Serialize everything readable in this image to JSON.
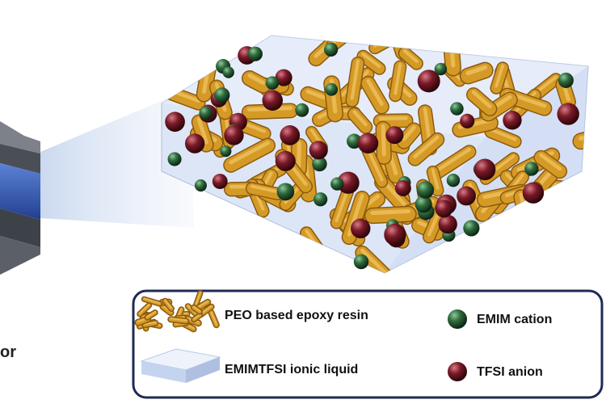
{
  "left_label_fragment": "or",
  "legend": {
    "items": [
      {
        "key": "resin",
        "label": "PEO based epoxy resin",
        "color": "#d59a26"
      },
      {
        "key": "ionic_liquid",
        "label": "EMIMTFSI ionic liquid",
        "color": "#c6d4f0"
      },
      {
        "key": "cation",
        "label": "EMIM cation",
        "color": "#2f6b3c"
      },
      {
        "key": "anion",
        "label": "TFSI anion",
        "color": "#7a1a28"
      }
    ]
  },
  "colors": {
    "legend_border": "#1f2a55",
    "device_blue": "#2f55b6",
    "device_gray": "#4a4f57",
    "box_fill": "#dde6f7",
    "zoom_cone": "#c8d7ee"
  }
}
